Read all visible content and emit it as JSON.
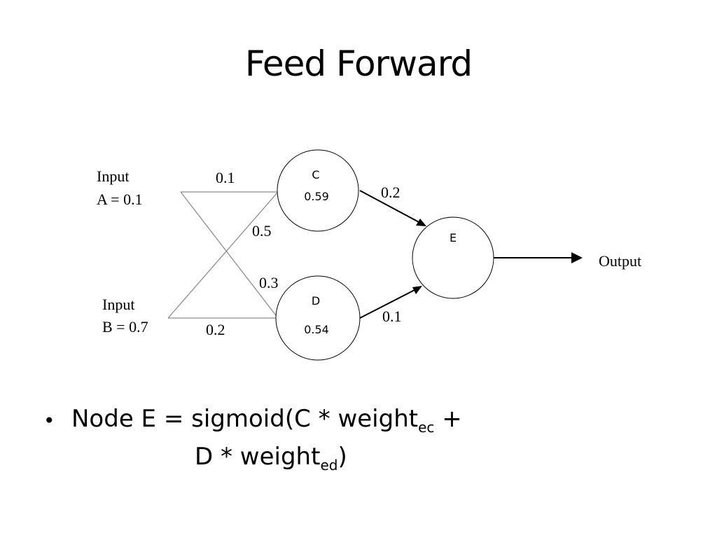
{
  "title": "Feed Forward",
  "inputs": {
    "a": {
      "line1": "Input",
      "line2": "A = 0.1"
    },
    "b": {
      "line1": "Input",
      "line2": "B = 0.7"
    }
  },
  "nodes": {
    "c": {
      "label": "C",
      "value": "0.59"
    },
    "d": {
      "label": "D",
      "value": "0.54"
    },
    "e": {
      "label": "E"
    }
  },
  "weights": {
    "a_c": "0.1",
    "a_d": "0.5",
    "b_c": "0.3",
    "b_d": "0.2",
    "c_e": "0.2",
    "d_e": "0.1"
  },
  "output_label": "Output",
  "bullet": {
    "marker": "•",
    "line1_text": "Node E = sigmoid(C * weight",
    "line1_sub": "ec",
    "line1_tail": " +",
    "line2_text": "D * weight",
    "line2_sub": "ed",
    "line2_tail": ")"
  }
}
